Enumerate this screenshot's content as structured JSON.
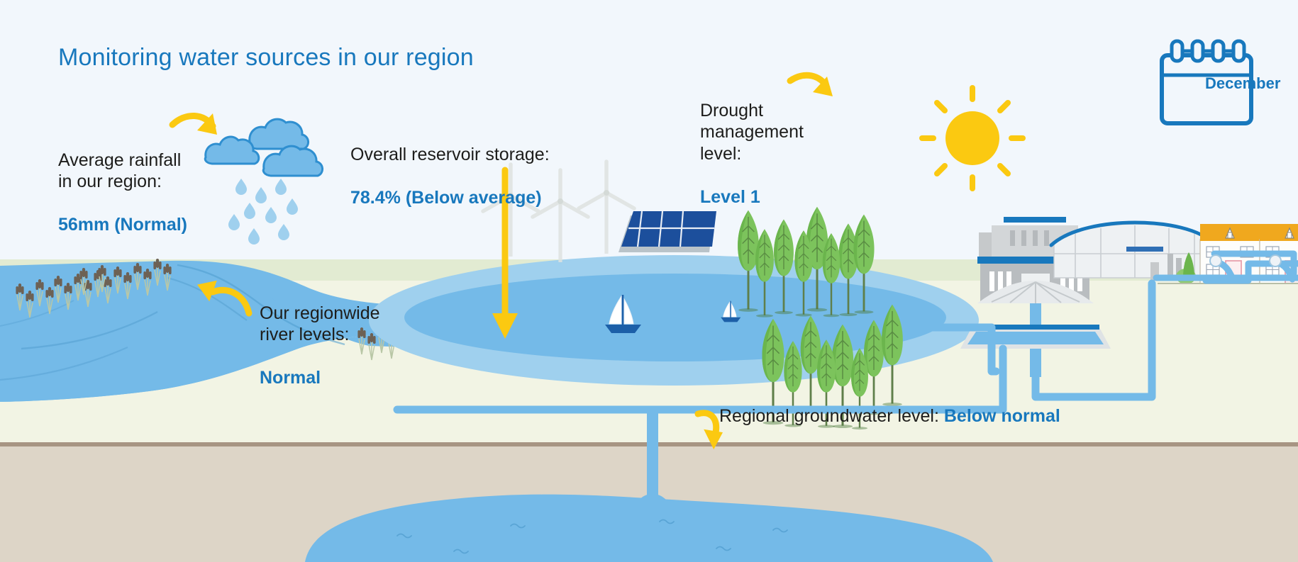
{
  "page": {
    "title": "Monitoring water sources in our region",
    "title_color": "#1878bd",
    "sky_color": "#f2f7fc",
    "ground_color": "#f2f4e4",
    "grass_color": "#e2ebd2",
    "soil_color": "#ddd5c7",
    "water_color": "#74bae8",
    "accent_yellow": "#fbc911",
    "text_color": "#1d1d1b"
  },
  "calendar": {
    "month": "December",
    "icon": "calendar-icon",
    "rings": 4
  },
  "metrics": [
    {
      "id": "rainfall",
      "label": "Average rainfall\nin our region:",
      "value": "56mm (Normal)",
      "icon": "rain-cloud-icon",
      "arrow": "curved-arrow-icon"
    },
    {
      "id": "reservoir-storage",
      "label": "Overall reservoir storage:",
      "value": "78.4% (Below average)",
      "icon": "reservoir-icon",
      "arrow": "down-arrow-icon"
    },
    {
      "id": "drought-management",
      "label": "Drought\nmanagement\nlevel:",
      "value": "Level 1",
      "icon": "sun-icon",
      "arrow": "curved-arrow-icon"
    },
    {
      "id": "river-levels",
      "label": "Our regionwide\nriver levels:",
      "value": "Normal",
      "icon": "river-icon",
      "arrow": "curved-arrow-icon"
    },
    {
      "id": "groundwater",
      "label": "Regional groundwater level:",
      "value": "Below normal",
      "icon": "aquifer-icon",
      "arrow": "curved-arrow-icon"
    }
  ],
  "scene_elements": [
    {
      "name": "rain-cloud-icon",
      "label": "Rain clouds with raindrops"
    },
    {
      "name": "wind-turbine-icon",
      "label": "Wind turbines"
    },
    {
      "name": "solar-panel-icon",
      "label": "Solar panel array"
    },
    {
      "name": "sailboat-icon",
      "label": "Sailing boats on reservoir"
    },
    {
      "name": "poplar-tree-icon",
      "label": "Poplar trees"
    },
    {
      "name": "bulrush-icon",
      "label": "Riverbank bulrushes"
    },
    {
      "name": "water-treatment-works-icon",
      "label": "Water treatment works"
    },
    {
      "name": "pumping-station-icon",
      "label": "Pumping station"
    },
    {
      "name": "house-icon",
      "label": "Homes supplied with water"
    },
    {
      "name": "borehole-icon",
      "label": "Borehole into aquifer"
    },
    {
      "name": "aquifer-icon",
      "label": "Underground aquifer"
    },
    {
      "name": "pipe-icon",
      "label": "Water supply pipes"
    }
  ]
}
